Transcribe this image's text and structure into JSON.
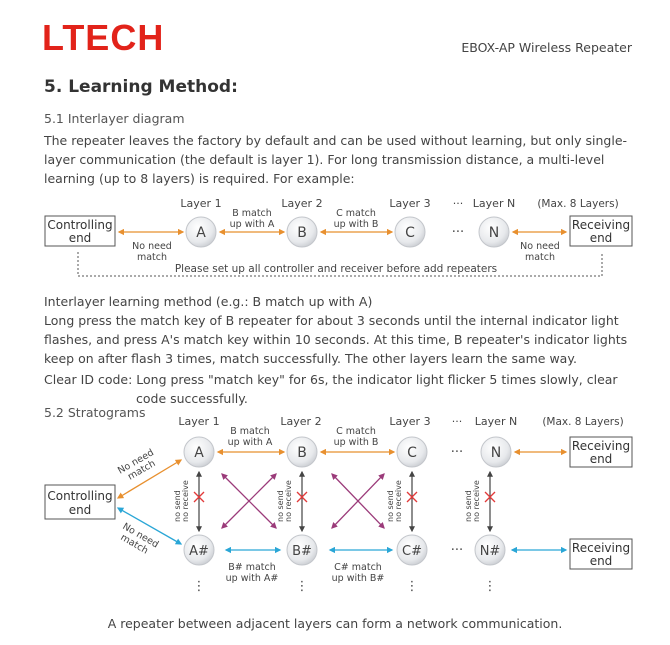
{
  "header": {
    "logo": "LTECH",
    "product": "EBOX-AP  Wireless Repeater"
  },
  "section": {
    "title": "5. Learning Method:",
    "sub1_title": "5.1 Interlayer diagram",
    "sub1_text": "The repeater leaves the factory by default and can be used without learning, but only single-layer communication (the default is layer 1). For long transmission distance, a multi-level learning (up to 8 layers) is required. For example:",
    "method_title": "Interlayer learning method (e.g.: B  match up with A)",
    "method_text": "Long press the match key of B repeater for about 3 seconds until the internal indicator light flashes, and press A's match key within 10 seconds. At this time, B repeater's indicator lights keep on after flash 3 times, match successfully. The other layers learn the same way.",
    "clear_text_line1": "Clear ID code: Long press \"match key\" for 6s, the indicator light flicker 5 times slowly,  clear",
    "clear_text_line2": "code successfully.",
    "sub2_title": "5.2 Stratograms",
    "footer_note": "A repeater between adjacent layers can form a network communication."
  },
  "diagram1": {
    "controlling_line1": "Controlling",
    "controlling_line2": "end",
    "receiving_line1": "Receiving",
    "receiving_line2": "end",
    "layers": [
      "Layer 1",
      "Layer 2",
      "Layer 3",
      "Layer N"
    ],
    "nodes": [
      "A",
      "B",
      "C",
      "N"
    ],
    "max_layers": "(Max. 8 Layers)",
    "ellipsis": "···",
    "no_need_line1": "No need",
    "no_need_line2": "match",
    "b_match_line1": "B match",
    "b_match_line2": "up with A",
    "c_match_line1": "C match",
    "c_match_line2": "up with B",
    "setup_note": "Please set up all controller and receiver before add repeaters"
  },
  "diagram2": {
    "controlling_line1": "Controlling",
    "controlling_line2": "end",
    "receiving_line1": "Receiving",
    "receiving_line2": "end",
    "layers": [
      "Layer 1",
      "Layer 2",
      "Layer 3",
      "Layer N"
    ],
    "top_nodes": [
      "A",
      "B",
      "C",
      "N"
    ],
    "bottom_nodes": [
      "A#",
      "B#",
      "C#",
      "N#"
    ],
    "max_layers": "(Max. 8 Layers)",
    "ellipsis": "···",
    "vdots": "⋮",
    "no_need_line1": "No need",
    "no_need_line2": "match",
    "b_match_line1": "B match",
    "b_match_line2": "up with A",
    "c_match_line1": "C match",
    "c_match_line2": "up with B",
    "bh_match_line1": "B# match",
    "bh_match_line2": "up with A#",
    "ch_match_line1": "C# match",
    "ch_match_line2": "up with B#",
    "no_send": "no send",
    "no_receive": "no receive"
  },
  "colors": {
    "brand_red": "#e2231a",
    "orange_arrow": "#e8902f",
    "blue_arrow": "#2aa6d6",
    "purple_arrow": "#9b3b7a",
    "cross_red": "#e23a3a"
  }
}
